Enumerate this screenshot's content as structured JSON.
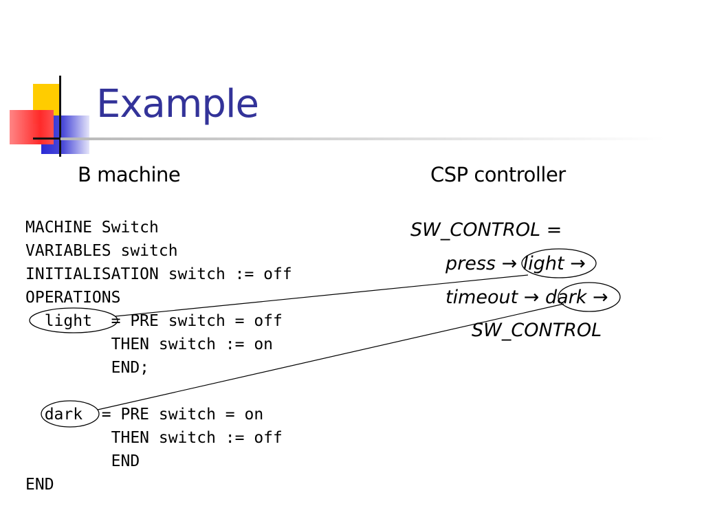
{
  "slide": {
    "title": "Example"
  },
  "columns": {
    "left_heading": "B machine",
    "right_heading": "CSP controller"
  },
  "b_machine": {
    "lines": [
      "MACHINE Switch",
      "VARIABLES switch",
      "INITIALISATION switch := off",
      "OPERATIONS",
      "  light  = PRE switch = off",
      "         THEN switch := on",
      "         END;",
      "",
      "  dark  = PRE switch = on",
      "         THEN switch := off",
      "         END",
      "END"
    ]
  },
  "csp_controller": {
    "line1": "SW_CONTROL =",
    "line2": "press → light →",
    "line3": "timeout → dark →",
    "line4": "SW_CONTROL"
  },
  "colors": {
    "title": "#333399",
    "accent_yellow": "#ffcc00",
    "accent_blue": "#2a2ad6",
    "accent_red": "#ff2a2a"
  }
}
